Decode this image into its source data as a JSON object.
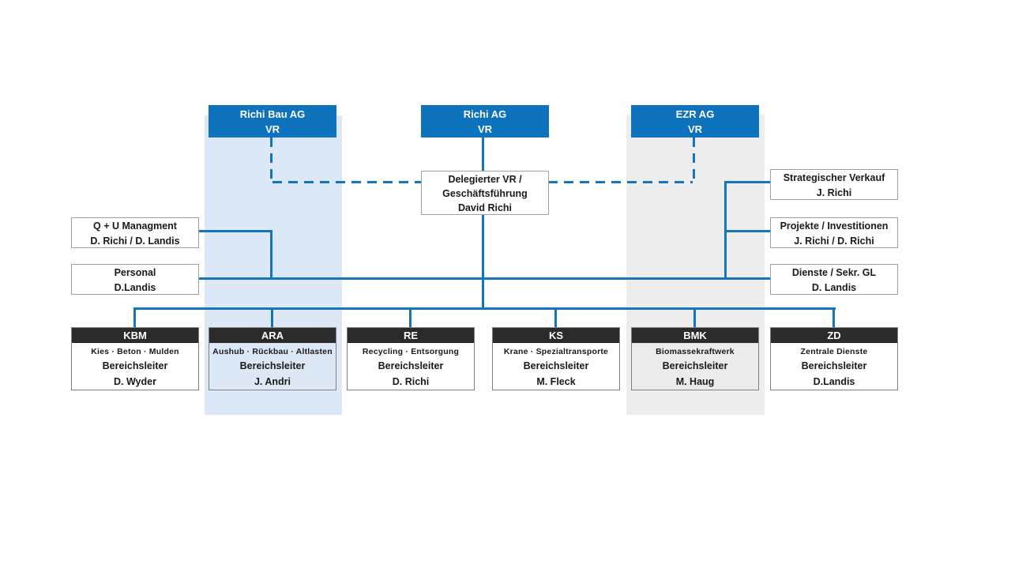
{
  "colors": {
    "brand_blue": "#0e73bc",
    "connector_blue": "#1474bc",
    "dept_header_dark": "#2b2b2b",
    "column_blue": "#dce8f5",
    "column_gray": "#ededed",
    "box_border": "#a0a0a0",
    "text": "#1a1a1a"
  },
  "top_boxes": [
    {
      "title": "Richi Bau AG",
      "subtitle": "VR"
    },
    {
      "title": "Richi AG",
      "subtitle": "VR"
    },
    {
      "title": "EZR AG",
      "subtitle": "VR"
    }
  ],
  "ceo_box": {
    "lines": [
      "Delegierter VR /",
      "Geschäftsführung",
      "David Richi"
    ]
  },
  "left_boxes": [
    {
      "title": "Q + U Managment",
      "subtitle": "D. Richi / D. Landis"
    },
    {
      "title": "Personal",
      "subtitle": "D.Landis"
    }
  ],
  "right_boxes": [
    {
      "title": "Strategischer Verkauf",
      "subtitle": "J. Richi"
    },
    {
      "title": "Projekte / Investitionen",
      "subtitle": "J. Richi / D. Richi"
    },
    {
      "title": "Dienste / Sekr. GL",
      "subtitle": "D. Landis"
    }
  ],
  "departments": [
    {
      "code": "KBM",
      "desc": "Kies · Beton · Mulden",
      "role": "Bereichsleiter",
      "name": "D. Wyder"
    },
    {
      "code": "ARA",
      "desc": "Aushub · Rückbau · Altlasten",
      "role": "Bereichsleiter",
      "name": "J. Andri"
    },
    {
      "code": "RE",
      "desc": "Recycling · Entsorgung",
      "role": "Bereichsleiter",
      "name": "D. Richi"
    },
    {
      "code": "KS",
      "desc": "Krane · Spezialtransporte",
      "role": "Bereichsleiter",
      "name": "M. Fleck"
    },
    {
      "code": "BMK",
      "desc": "Biomassekraftwerk",
      "role": "Bereichsleiter",
      "name": "M. Haug"
    },
    {
      "code": "ZD",
      "desc": "Zentrale Dienste",
      "role": "Bereichsleiter",
      "name": "D.Landis"
    }
  ]
}
